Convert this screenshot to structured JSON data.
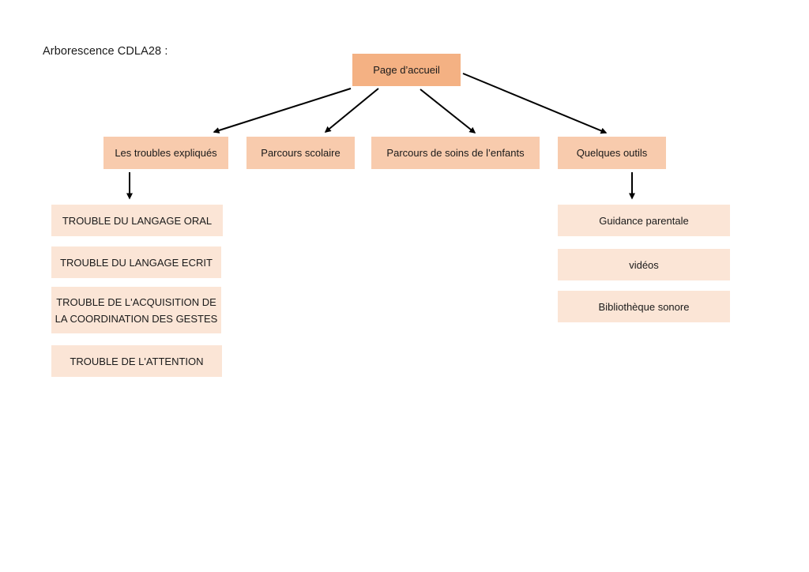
{
  "title": "Arborescence CDLA28 :",
  "colors": {
    "root_fill": "#f4b183",
    "level1_fill": "#f8cbad",
    "level2_fill": "#fbe5d6",
    "arrow": "#000000"
  },
  "root": {
    "label": "Page d’accueil"
  },
  "sections": [
    {
      "label": "Les troubles expliqués"
    },
    {
      "label": "Parcours scolaire"
    },
    {
      "label": "Parcours de soins de l’enfants"
    },
    {
      "label": "Quelques outils"
    }
  ],
  "troubles_items": [
    {
      "label": "TROUBLE DU LANGAGE ORAL"
    },
    {
      "label": "TROUBLE DU LANGAGE ECRIT"
    },
    {
      "label": "TROUBLE DE L'ACQUISITION DE LA COORDINATION DES GESTES"
    },
    {
      "label": "TROUBLE DE L'ATTENTION"
    }
  ],
  "outils_items": [
    {
      "label": "Guidance parentale"
    },
    {
      "label": "vidéos"
    },
    {
      "label": "Bibliothèque sonore"
    }
  ]
}
